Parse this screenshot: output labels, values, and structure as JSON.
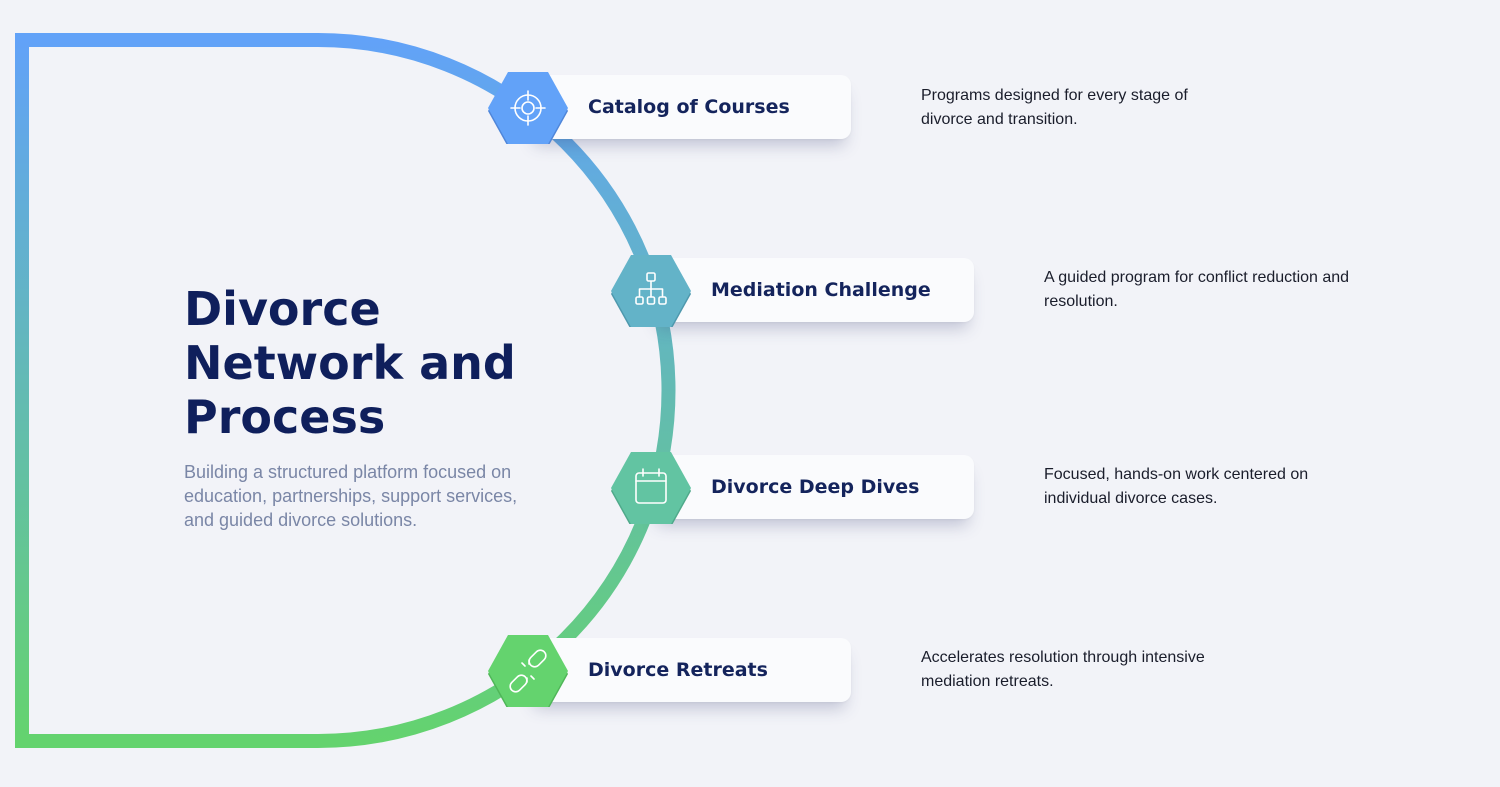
{
  "title": "Divorce Network and Process",
  "subtitle": "Building a structured platform focused on education, partnerships, support services, and guided divorce solutions.",
  "colors": {
    "gradient_top": "#62a2f8",
    "gradient_bottom": "#64d36e",
    "title": "#0f1f5c",
    "background": "#f2f3f8"
  },
  "steps": [
    {
      "label": "Catalog of Courses",
      "icon": "target-icon",
      "color": "#62a2f8",
      "description": "Programs designed for every stage of divorce and transition."
    },
    {
      "label": "Mediation Challenge",
      "icon": "org-chart-icon",
      "color": "#63b3c8",
      "description": "A guided program for conflict reduction and resolution."
    },
    {
      "label": "Divorce Deep Dives",
      "icon": "calendar-icon",
      "color": "#62c4a2",
      "description": "Focused, hands-on work centered on individual divorce cases."
    },
    {
      "label": "Divorce Retreats",
      "icon": "broken-link-icon",
      "color": "#64d36e",
      "description": "Accelerates resolution through intensive mediation retreats."
    }
  ]
}
